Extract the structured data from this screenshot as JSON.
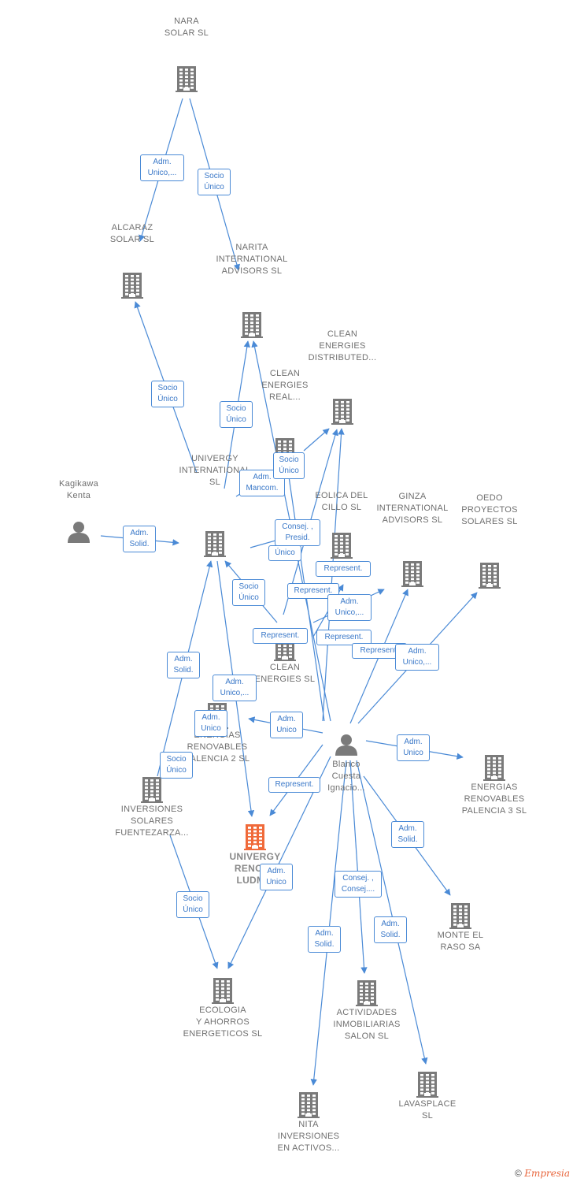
{
  "nodes": {
    "nara": {
      "label": "NARA\nSOLAR  SL",
      "type": "company"
    },
    "alcaraz": {
      "label": "ALCARAZ\nSOLAR SL",
      "type": "company"
    },
    "narita": {
      "label": "NARITA\nINTERNATIONAL\nADVISORS  SL",
      "type": "company"
    },
    "clean_distributed": {
      "label": "CLEAN\nENERGIES\nDISTRIBUTED...",
      "type": "company"
    },
    "clean_real": {
      "label": "CLEAN\nENERGIES\nREAL...",
      "type": "company"
    },
    "kagikawa": {
      "label": "Kagikawa\nKenta",
      "type": "person"
    },
    "univergy_intl": {
      "label": "UNIVERGY\nINTERNATIONAL\nSL",
      "type": "company"
    },
    "eolica": {
      "label": "EOLICA DEL\nCILLO SL",
      "type": "company"
    },
    "ginza": {
      "label": "GINZA\nINTERNATIONAL\nADVISORS  SL",
      "type": "company"
    },
    "oedo": {
      "label": "OEDO\nPROYECTOS\nSOLARES  SL",
      "type": "company"
    },
    "clean_sl": {
      "label": "CLEAN\nENERGIES SL",
      "type": "company"
    },
    "energias_p2": {
      "label": "ENERGIAS\nRENOVABLES\nPALENCIA 2 SL",
      "type": "company"
    },
    "blanco": {
      "label": "Blanco\nCuesta\nIgnacio...",
      "type": "person"
    },
    "energias_p3": {
      "label": "ENERGIAS\nRENOVABLES\nPALENCIA 3 SL",
      "type": "company"
    },
    "inversiones": {
      "label": "INVERSIONES\nSOLARES\nFUENTEZARZA...",
      "type": "company"
    },
    "univergy_ren": {
      "label": "UNIVERGY\nRENOVA\nLUDMIL",
      "type": "main"
    },
    "monte": {
      "label": "MONTE EL\nRASO SA",
      "type": "company"
    },
    "ecologia": {
      "label": "ECOLOGIA\nY AHORROS\nENERGETICOS SL",
      "type": "company"
    },
    "actividades": {
      "label": "ACTIVIDADES\nINMOBILIARIAS\nSALON SL",
      "type": "company"
    },
    "lavasplace": {
      "label": "LAVASPLACE\nSL",
      "type": "company"
    },
    "nita": {
      "label": "NITA\nINVERSIONES\nEN ACTIVOS...",
      "type": "company"
    }
  },
  "relations": [
    {
      "label": "Adm.\nUnico,..."
    },
    {
      "label": "Socio\nÚnico"
    },
    {
      "label": "Socio\nÚnico"
    },
    {
      "label": "Socio\nÚnico"
    },
    {
      "label": "Adm.\nMancom."
    },
    {
      "label": "Socio\nÚnico"
    },
    {
      "label": "Adm.\nSolid."
    },
    {
      "label": "Consej. ,\nPresid."
    },
    {
      "label": "Único"
    },
    {
      "label": "Represent."
    },
    {
      "label": "Socio\nÚnico"
    },
    {
      "label": "Represent."
    },
    {
      "label": "Adm.\nUnico,..."
    },
    {
      "label": "Represent."
    },
    {
      "label": "Represent."
    },
    {
      "label": "Represent."
    },
    {
      "label": "Adm.\nUnico,..."
    },
    {
      "label": "Adm.\nSolid."
    },
    {
      "label": "Adm.\nUnico,..."
    },
    {
      "label": "Adm.\nUnico"
    },
    {
      "label": "Adm.\nUnico"
    },
    {
      "label": "Socio\nÚnico"
    },
    {
      "label": "Adm.\nUnico"
    },
    {
      "label": "Represent."
    },
    {
      "label": "Adm.\nSolid."
    },
    {
      "label": "Adm.\nUnico"
    },
    {
      "label": "Socio\nÚnico"
    },
    {
      "label": "Consej. ,\nConsej...."
    },
    {
      "label": "Adm.\nSolid."
    },
    {
      "label": "Adm.\nSolid."
    }
  ],
  "colors": {
    "edge": "#4a8ad6",
    "company": "#7a7a7a",
    "main": "#f06a3a",
    "person": "#7a7a7a"
  },
  "footer": {
    "copyright": "©",
    "brand": "Empresia"
  }
}
